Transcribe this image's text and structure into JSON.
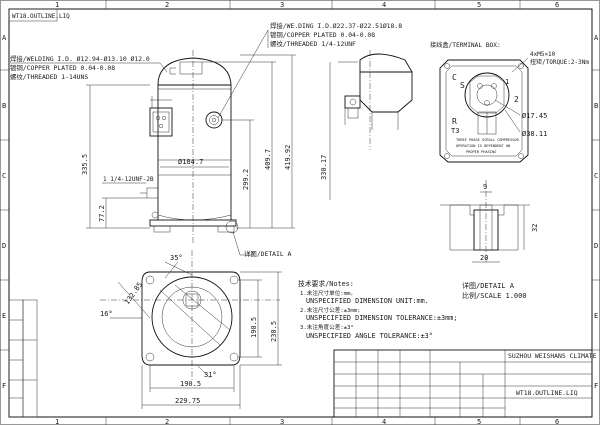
{
  "frame": {
    "col_numbers": [
      "1",
      "2",
      "3",
      "4",
      "5",
      "6"
    ],
    "row_letters": [
      "A",
      "B",
      "C",
      "D",
      "E",
      "F"
    ],
    "title_tag": "WT18.OUTLINE.LIQ"
  },
  "left_notes": {
    "line1": "焊接/WELDING I.D. Ø12.94-Ø13.10 Ø12.0",
    "line2": "镀铜/COPPER PLATED 0.04-0.08",
    "line3": "螺纹/THREADED 1-14UNS"
  },
  "top_notes": {
    "line1": "焊接/WE.DING I.D.Ø22.37-Ø22.51Ø18.8",
    "line2": "镀铜/COPPER PLATED 0.04-0.08",
    "line3": "螺纹/THREADED 1/4-12UNF"
  },
  "side_label": "1 1/4-12UNF-2B",
  "dims": {
    "d335": "335.5",
    "d409": "409.7",
    "d419": "419.92",
    "d299": "299.2",
    "d184": "Ø184.7",
    "d77": "77.2",
    "d330": "330.17",
    "d35deg": "35°",
    "d132": "132.85",
    "d16deg": "16°",
    "d190v": "190.5",
    "d230": "230.5",
    "d31": "31°",
    "d190h": "190.5",
    "d229": "229.75",
    "d9": "9",
    "d32": "32",
    "d20": "20"
  },
  "detail_label": "详图/DETAIL  A",
  "terminal": {
    "title": "接线盒/TERMINAL BOX:",
    "torque1": "4xM5×10",
    "torque2": "扭矩/TORQUE:2-3Nm",
    "d17": "Ø17.45",
    "d38": "Ø38.11",
    "pins": [
      "C",
      "S",
      "R",
      "T3",
      "1",
      "2"
    ],
    "plate1": "THREE PHASE  SCROLL COMPRESSOR",
    "plate2": "OPERATION IS DEPENDENT ON",
    "plate3": "PROPER PHASING"
  },
  "notes": {
    "title": "技术要求/Notes:",
    "n1a": "1.未注尺寸单位:mm。",
    "n1b": "UNSPECIFIED DIMENSION UNIT:mm.",
    "n2a": "2.未注尺寸公差:±3mm;",
    "n2b": "UNSPECIFIED DIMENSION TOLERANCE:±3mm;",
    "n3a": "3.未注角度公差:±3°",
    "n3b": "UNSPECIFIED ANGLE TOLERANCE:±3°"
  },
  "detail_right": {
    "label": "详图/DETAIL  A",
    "scale": "比例/SCALE  1.000"
  },
  "title_block": {
    "company": "SUZHOU WEISHANS CLIMATE",
    "drawing_no": "WT18.OUTLINE.LIQ"
  }
}
